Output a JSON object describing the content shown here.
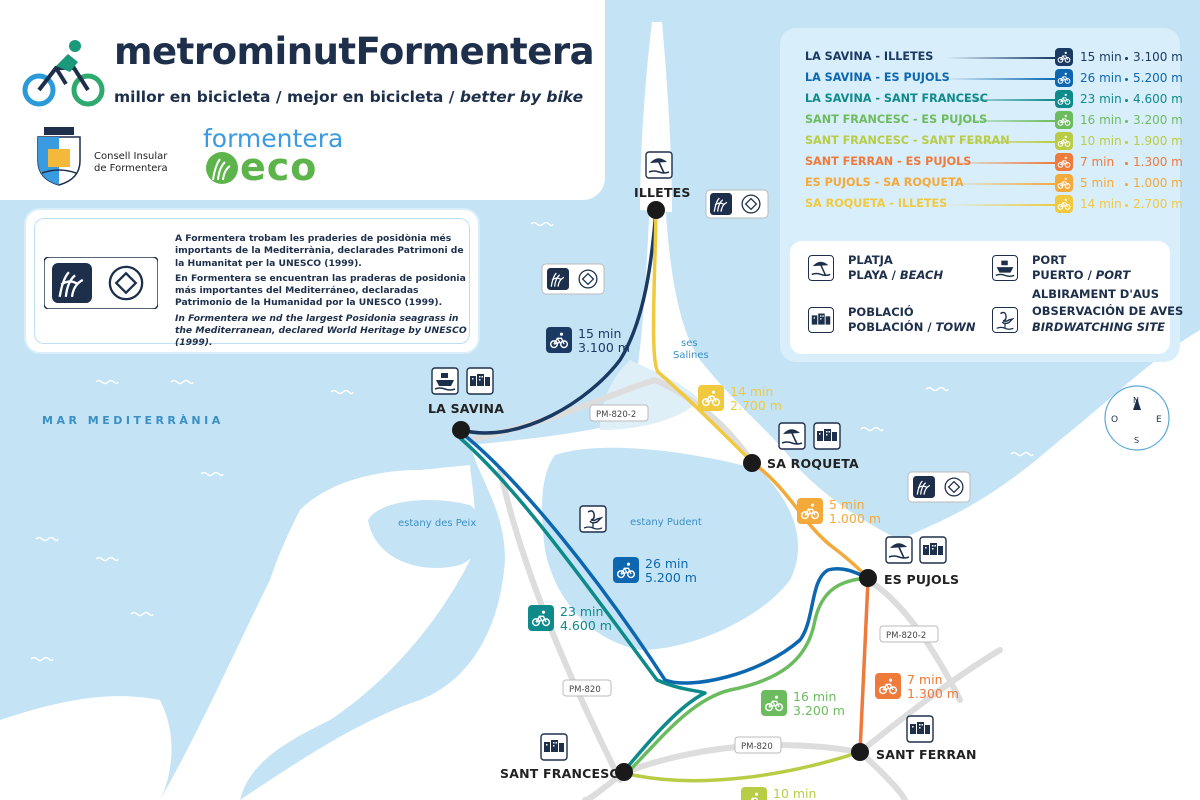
{
  "header": {
    "title": "metrominutFormentera",
    "subtitle_ca_es": "millor en bicicleta / mejor en bicicleta / ",
    "subtitle_en": "better by bike",
    "consell_line1": "Consell Insular",
    "consell_line2": "de Formentera",
    "eco_word": "formentera",
    "eco_big": "eco"
  },
  "posidonia": {
    "ca": "A Formentera trobam les praderies de posidònia més importants de la Mediterrània, declarades Patrimoni de la Humanitat per la UNESCO (1999).",
    "es": "En Formentera se encuentran las praderas de posidonia más importantes del Mediterráneo, declaradas Patrimonio de la Humanidad por la UNESCO (1999).",
    "en": "In Formentera we  nd the largest Posidonia seagrass in the Mediterranean, declared World Heritage by UNESCO (1999)."
  },
  "routes": [
    {
      "name": "LA SAVINA - ILLETES",
      "time": "15 min",
      "dist": "3.100 m",
      "color": "#1b3a63"
    },
    {
      "name": "LA SAVINA - ES PUJOLS",
      "time": "26 min",
      "dist": "5.200 m",
      "color": "#0d67b0"
    },
    {
      "name": "LA SAVINA - SANT FRANCESC",
      "time": "23 min",
      "dist": "4.600 m",
      "color": "#0e8a8a"
    },
    {
      "name": "SANT FRANCESC - ES PUJOLS",
      "time": "16 min",
      "dist": "3.200 m",
      "color": "#6cbc5f"
    },
    {
      "name": "SANT FRANCESC - SANT FERRAN",
      "time": "10 min",
      "dist": "1.900 m",
      "color": "#b9cc45"
    },
    {
      "name": "SANT FERRAN - ES PUJOLS",
      "time": "7 min",
      "dist": "1.300 m",
      "color": "#ee7a3c"
    },
    {
      "name": "ES PUJOLS - SA ROQUETA",
      "time": "5 min",
      "dist": "1.000 m",
      "color": "#f4a93b"
    },
    {
      "name": "SA ROQUETA - ILLETES",
      "time": "14 min",
      "dist": "2.700 m",
      "color": "#f0c93e"
    }
  ],
  "legend": {
    "beach_1": "PLATJA",
    "beach_2": "PLAYA / ",
    "beach_3": "BEACH",
    "port_1": "PORT",
    "port_2": "PUERTO / ",
    "port_3": "PORT",
    "town_1": "POBLACIÓ",
    "town_2": "POBLACIÓN / ",
    "town_3": "TOWN",
    "bird_1": "ALBIRAMENT D'AUS",
    "bird_2": "OBSERVACIÓN DE AVES",
    "bird_3": "BIRDWATCHING SITE"
  },
  "places": {
    "illetes": "ILLETES",
    "la_savina": "LA SAVINA",
    "sa_roqueta": "SA ROQUETA",
    "es_pujols": "ES PUJOLS",
    "sant_francesc": "SANT FRANCESC",
    "sant_ferran": "SANT FERRAN"
  },
  "water": {
    "sea": "MAR MEDITERRÀNIA",
    "estany_peix": "estany des Peix",
    "estany_pudent": "estany Pudent",
    "ses_salines_1": "ses",
    "ses_salines_2": "Salines"
  },
  "roads": {
    "pm820_2_a": "PM-820-2",
    "pm820_2_b": "PM-820-2",
    "pm820_a": "PM-820",
    "pm820_b": "PM-820"
  },
  "compass": {
    "n": "N",
    "o": "O",
    "e": "E",
    "s": "S"
  },
  "map_labels": [
    {
      "time": "15 min",
      "dist": "3.100 m",
      "color": "#1b3a63"
    },
    {
      "time": "14 min",
      "dist": "2.700 m",
      "color": "#f0c93e"
    },
    {
      "time": "5 min",
      "dist": "1.000 m",
      "color": "#f4a93b"
    },
    {
      "time": "26 min",
      "dist": "5.200 m",
      "color": "#0d67b0"
    },
    {
      "time": "23 min",
      "dist": "4.600 m",
      "color": "#0e8a8a"
    },
    {
      "time": "16 min",
      "dist": "3.200 m",
      "color": "#6cbc5f"
    },
    {
      "time": "7 min",
      "dist": "1.300 m",
      "color": "#ee7a3c"
    },
    {
      "time": "10 min",
      "dist": "",
      "color": "#b9cc45"
    }
  ]
}
